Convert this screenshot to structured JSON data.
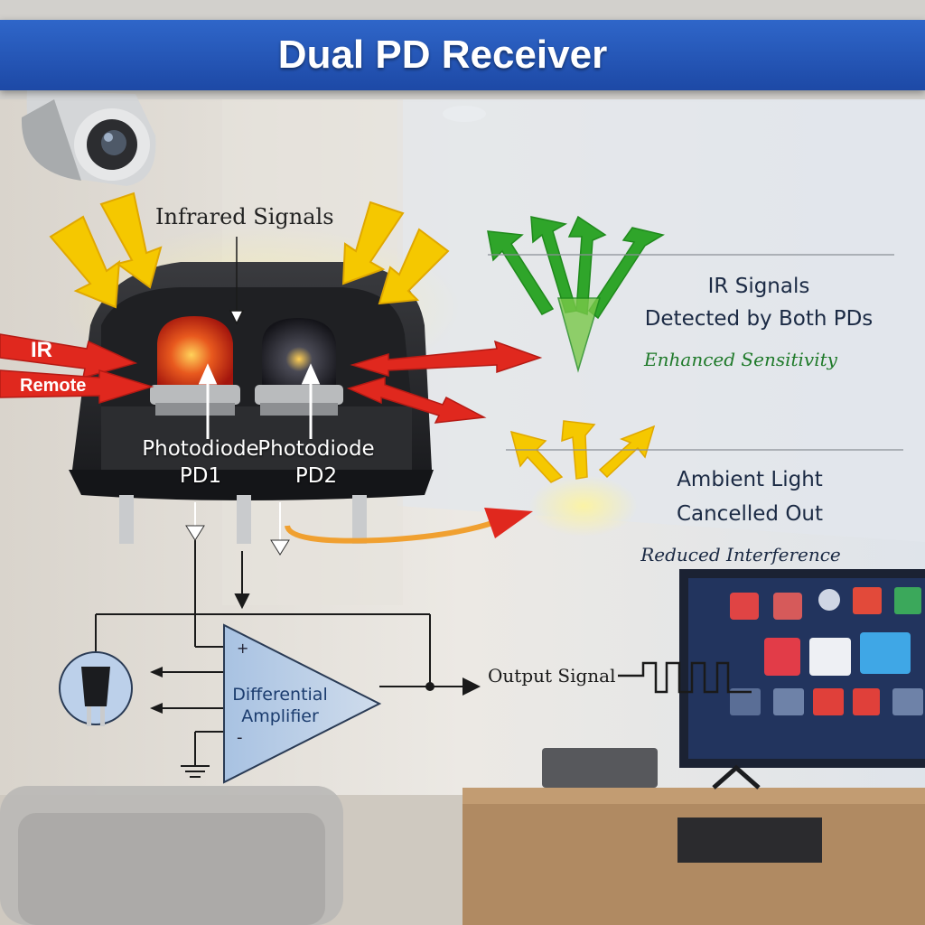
{
  "title": "Dual PD Receiver",
  "labels": {
    "infrared_signals": "Infrared Signals",
    "ir": "IR",
    "remote": "Remote",
    "photodiode_1_line1": "Photodiode",
    "photodiode_1_line2": "PD1",
    "photodiode_2_line1": "Photodiode",
    "photodiode_2_line2": "PD2",
    "ir_detected_line1": "IR Signals",
    "ir_detected_line2": "Detected by Both PDs",
    "enhanced": "Enhanced Sensitivity",
    "ambient_line1": "Ambient Light",
    "ambient_line2": "Cancelled Out",
    "reduced": "Reduced Interference",
    "amp_line1": "Differential",
    "amp_line2": "Amplifier",
    "plus": "+",
    "minus": "-",
    "output": "Output Signal"
  },
  "colors": {
    "banner": "#1d49a6",
    "ir_arrow": "#e0281e",
    "sun_arrow": "#f5c800",
    "green_arrow": "#2fa52a",
    "amp_fill": "#b8cde6",
    "housing": "#2a2b2e"
  },
  "icons": [
    "security-camera-icon",
    "tv-icon",
    "plug-icon",
    "ground-icon",
    "square-wave-icon"
  ]
}
